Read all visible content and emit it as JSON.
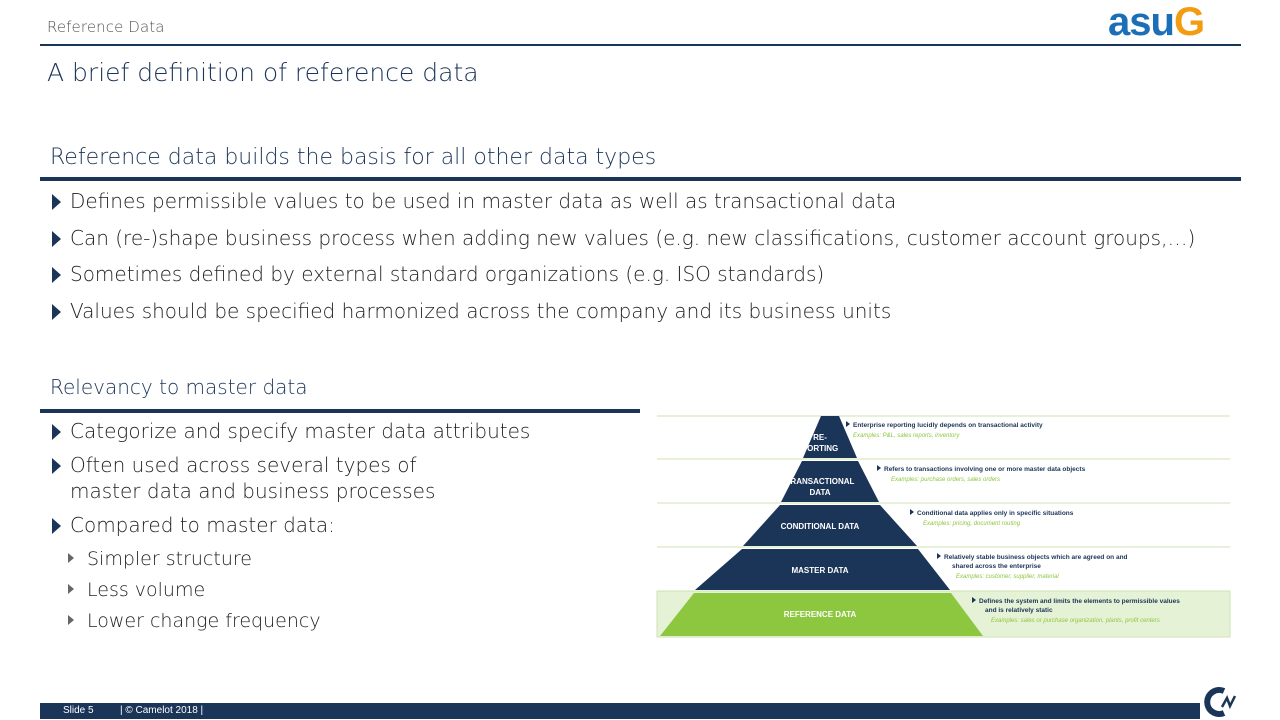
{
  "header": {
    "label": "Reference Data",
    "logo_part1": "asu",
    "logo_part2": "G"
  },
  "page": {
    "title": "A brief definition of reference data"
  },
  "section1": {
    "title": "Reference data builds the basis for all other data types",
    "bullets": [
      "Defines permissible values to be used in master data as well as transactional data",
      "Can (re-)shape business process when adding new values (e.g. new classifications, customer account groups,…)",
      "Sometimes defined by external standard organizations (e.g. ISO standards)",
      "Values should be specified harmonized across the company and its business units"
    ]
  },
  "section2": {
    "title": "Relevancy to master data",
    "bullets": [
      "Categorize and specify master data attributes",
      "Often used across several types of master data and business processes",
      "Compared to master data:"
    ],
    "subbullets": [
      "Simpler structure",
      "Less volume",
      "Lower change frequency"
    ]
  },
  "pyramid": {
    "levels": [
      {
        "label_line1": "RE-",
        "label_line2": "PORTING",
        "desc": "Enterprise reporting lucidly depends on transactional activity",
        "desc2": "",
        "example": "Examples: P&L, sales reports, inventory"
      },
      {
        "label_line1": "TRANSACTIONAL",
        "label_line2": "DATA",
        "desc": "Refers to transactions involving one or more master data objects",
        "desc2": "",
        "example": "Examples: purchase orders, sales orders"
      },
      {
        "label_line1": "CONDITIONAL DATA",
        "label_line2": "",
        "desc": "Conditional data applies only in specific situations",
        "desc2": "",
        "example": "Examples: pricing, document routing"
      },
      {
        "label_line1": "MASTER DATA",
        "label_line2": "",
        "desc": "Relatively stable business objects which are agreed on and",
        "desc2": "shared across the enterprise",
        "example": "Examples: customer, supplier, material"
      },
      {
        "label_line1": "REFERENCE DATA",
        "label_line2": "",
        "desc": "Defines the system and limits the elements to permissible values",
        "desc2": "and is relatively static",
        "example": "Examples: sales or purchase organization, plants, profit centers"
      }
    ],
    "colors": {
      "navy": "#1b3558",
      "green": "#8dc63f",
      "green_bg": "#e6f2d6",
      "example_text": "#8dc63f"
    }
  },
  "footer": {
    "slide": "Slide 5",
    "copyright": "| © Camelot 2018 |"
  }
}
